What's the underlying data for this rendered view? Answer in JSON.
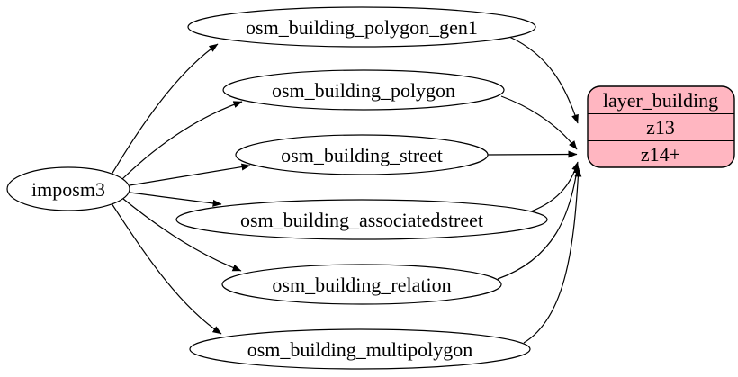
{
  "diagram": {
    "kind": "etl-flow-graph",
    "source": {
      "label": "imposm3"
    },
    "tables": [
      {
        "label": "osm_building_polygon_gen1"
      },
      {
        "label": "osm_building_polygon"
      },
      {
        "label": "osm_building_street"
      },
      {
        "label": "osm_building_associatedstreet"
      },
      {
        "label": "osm_building_relation"
      },
      {
        "label": "osm_building_multipolygon"
      }
    ],
    "layer": {
      "title": "layer_building",
      "rows": [
        {
          "label": "z13"
        },
        {
          "label": "z14+"
        }
      ],
      "fill": "#ffb6c1",
      "stroke": "#000000"
    },
    "edges": [
      {
        "from": "imposm3",
        "to": "osm_building_polygon_gen1"
      },
      {
        "from": "imposm3",
        "to": "osm_building_polygon"
      },
      {
        "from": "imposm3",
        "to": "osm_building_street"
      },
      {
        "from": "imposm3",
        "to": "osm_building_associatedstreet"
      },
      {
        "from": "imposm3",
        "to": "osm_building_relation"
      },
      {
        "from": "imposm3",
        "to": "osm_building_multipolygon"
      },
      {
        "from": "osm_building_polygon_gen1",
        "to": "layer_building:z13"
      },
      {
        "from": "osm_building_polygon",
        "to": "layer_building:z14+"
      },
      {
        "from": "osm_building_street",
        "to": "layer_building:z14+"
      },
      {
        "from": "osm_building_associatedstreet",
        "to": "layer_building:z14+"
      },
      {
        "from": "osm_building_relation",
        "to": "layer_building:z14+"
      },
      {
        "from": "osm_building_multipolygon",
        "to": "layer_building:z14+"
      }
    ],
    "colors": {
      "background": "#ffffff",
      "edge": "#000000",
      "table_fill": "#ffffff"
    }
  }
}
